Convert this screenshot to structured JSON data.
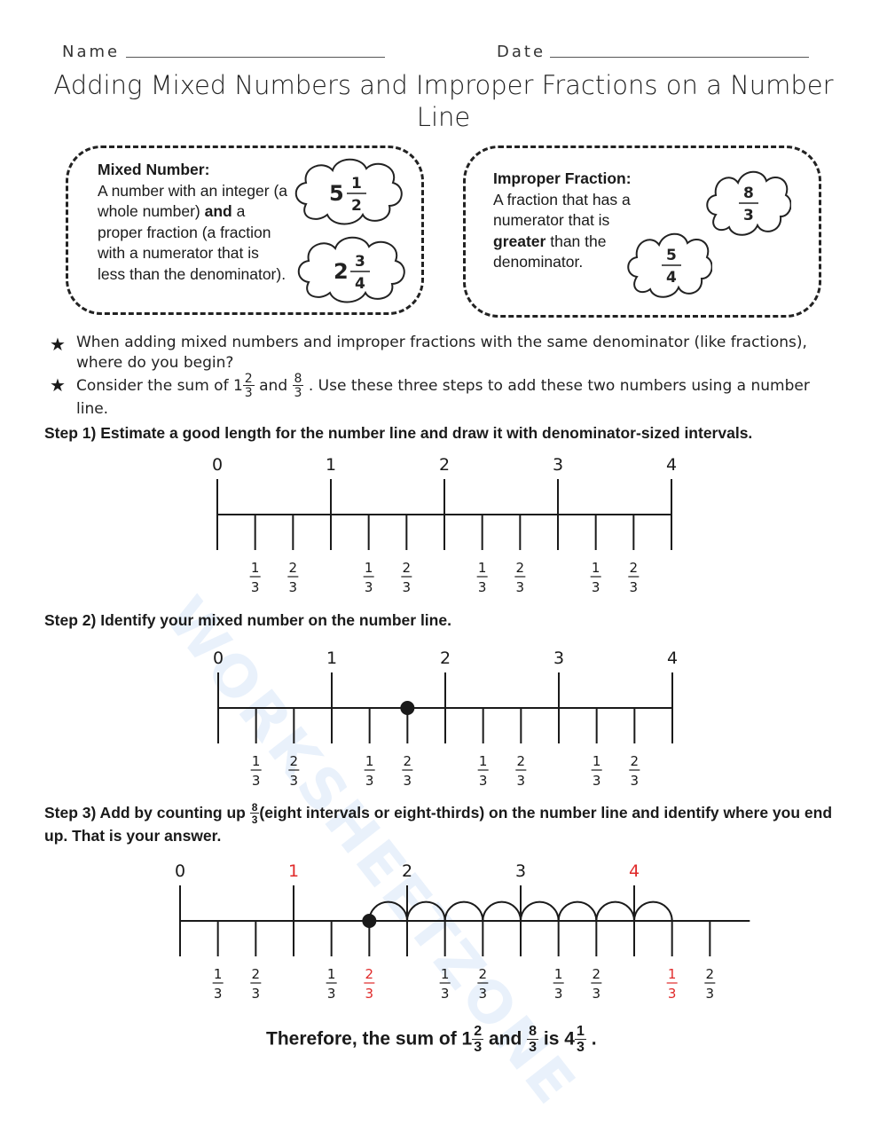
{
  "header": {
    "name_label": "Name",
    "date_label": "Date"
  },
  "title": "Adding Mixed Numbers and Improper Fractions on a Number Line",
  "mixed_number": {
    "heading": "Mixed Number:",
    "text_1": "A number with an integer (a whole number)",
    "text_bold": "and",
    "text_2": "a proper fraction (a fraction with a numerator that is less than the denominator).",
    "examples": [
      {
        "whole": "5",
        "num": "1",
        "den": "2"
      },
      {
        "whole": "2",
        "num": "3",
        "den": "4"
      }
    ]
  },
  "improper_fraction": {
    "heading": "Improper Fraction:",
    "text_1": "A fraction that has a numerator that is",
    "text_bold": "greater",
    "text_2": "than the denominator.",
    "examples": [
      {
        "num": "8",
        "den": "3"
      },
      {
        "num": "5",
        "den": "4"
      }
    ]
  },
  "questions": {
    "q1": "When adding mixed numbers and improper fractions with the same denominator (like fractions), where do you begin?",
    "q2_a": "Consider the sum of",
    "q2_whole": "1",
    "q2_num": "2",
    "q2_den": "3",
    "q2_and": "and",
    "q2_num2": "8",
    "q2_den2": "3",
    "q2_b": ". Use these three steps to add these two numbers using a number line."
  },
  "steps": {
    "step1": "Step 1) Estimate a good length for the number line and draw it with denominator-sized intervals.",
    "step2": "Step 2) Identify your mixed number on the number line.",
    "step3_a": "Step 3) Add by counting up",
    "step3_num": "8",
    "step3_den": "3",
    "step3_b": "(eight intervals or eight-thirds) on the number line and identify where you end up. That is your answer."
  },
  "number_line": {
    "whole_labels": [
      "0",
      "1",
      "2",
      "3",
      "4"
    ],
    "frac_labels": [
      {
        "num": "1",
        "den": "3"
      },
      {
        "num": "2",
        "den": "3"
      }
    ],
    "step2_point": "1 2/3",
    "step3_start": "1 2/3",
    "step3_jumps": 8,
    "step3_end": "4 1/3"
  },
  "conclusion": {
    "a": "Therefore, the sum of",
    "whole1": "1",
    "num1": "2",
    "den1": "3",
    "and": "and",
    "num2": "8",
    "den2": "3",
    "is": "is",
    "whole3": "4",
    "num3": "1",
    "den3": "3",
    "end": "."
  },
  "watermark": "WORKSHEETZONE",
  "colors": {
    "highlight": "#e02a2a",
    "ink": "#1a1a1a"
  }
}
